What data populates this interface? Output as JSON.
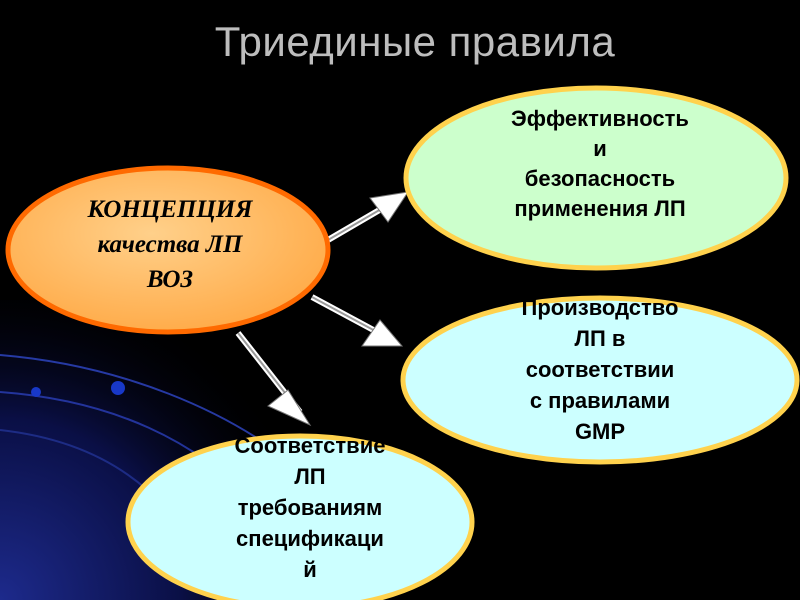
{
  "title": "Триединые правила",
  "nodes": {
    "center": {
      "lines": [
        "КОНЦЕПЦИЯ",
        "качества ЛП",
        "ВОЗ"
      ]
    },
    "top": {
      "lines": [
        "Эффективность",
        "и",
        "безопасность",
        "применения ЛП"
      ]
    },
    "middle": {
      "lines": [
        "Производство",
        "ЛП в",
        "соответствии",
        "с правилами",
        "GMP"
      ]
    },
    "bottom": {
      "lines": [
        "Соответствие",
        "ЛП",
        "требованиям",
        "спецификаци",
        "й"
      ]
    }
  },
  "colors": {
    "background": "#000000",
    "title": "#bdbdbd",
    "center_fill": "#ffb347",
    "center_stroke": "#ff6a00",
    "top_fill": "#ccffcc",
    "right_fill": "#ccffff",
    "ellipse_stroke": "#ffd24d",
    "arrow": "#ffffff"
  }
}
